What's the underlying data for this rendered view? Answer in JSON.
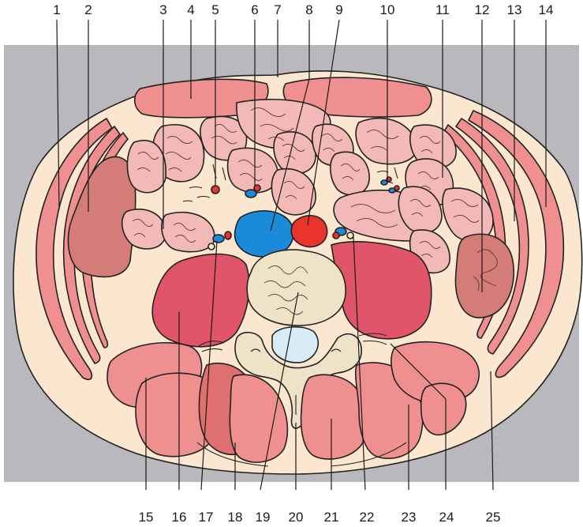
{
  "labels": {
    "top": [
      "1",
      "2",
      "3",
      "4",
      "5",
      "6",
      "7",
      "8",
      "9",
      "10",
      "11",
      "12",
      "13",
      "14"
    ],
    "bottom": [
      "15",
      "16",
      "17",
      "18",
      "19",
      "20",
      "21",
      "22",
      "23",
      "24",
      "25"
    ]
  },
  "colors": {
    "background_band": "#b9b9bd",
    "skin": "#fbe6d0",
    "muscle_light": "#ef8f8f",
    "muscle_red": "#e0556a",
    "muscle_dark": "#e06f70",
    "bowel": "#f3b9b6",
    "kidney": "#d47c78",
    "vein": "#1b8ad8",
    "artery": "#e8342a",
    "bone": "#eee3c6",
    "disc": "#d8ecf8"
  }
}
